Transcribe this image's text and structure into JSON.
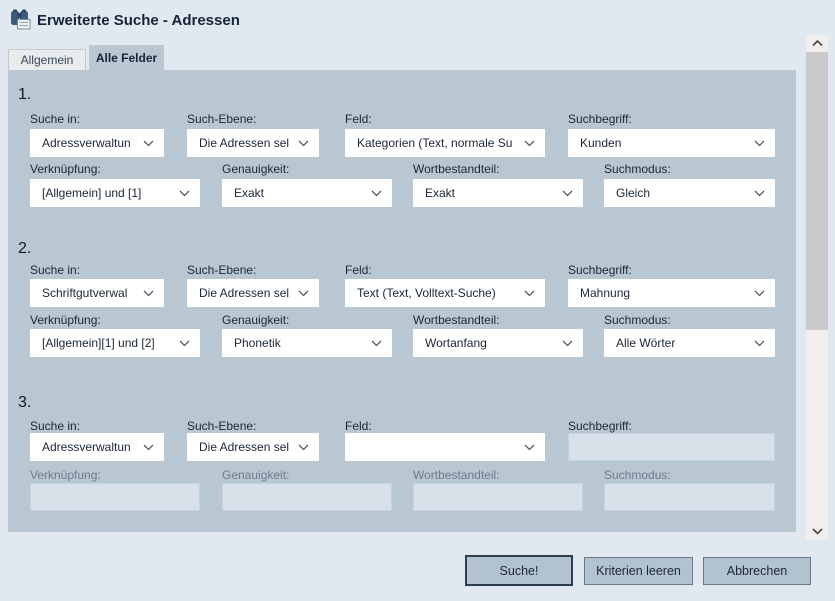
{
  "header": {
    "title": "Erweiterte Suche - Adressen"
  },
  "tabs": {
    "allgemein": "Allgemein",
    "alle_felder": "Alle Felder"
  },
  "sections": [
    {
      "number": "1.",
      "row1": [
        {
          "label": "Suche in:",
          "value": "Adressverwaltun"
        },
        {
          "label": "Such-Ebene:",
          "value": "Die Adressen sel"
        },
        {
          "label": "Feld:",
          "value": "Kategorien (Text, normale Su"
        },
        {
          "label": "Suchbegriff:",
          "value": "Kunden"
        }
      ],
      "row2": [
        {
          "label": "Verknüpfung:",
          "value": "[Allgemein] und [1]"
        },
        {
          "label": "Genauigkeit:",
          "value": "Exakt"
        },
        {
          "label": "Wortbestandteil:",
          "value": "Exakt"
        },
        {
          "label": "Suchmodus:",
          "value": "Gleich"
        }
      ]
    },
    {
      "number": "2.",
      "row1": [
        {
          "label": "Suche in:",
          "value": "Schriftgutverwal"
        },
        {
          "label": "Such-Ebene:",
          "value": "Die Adressen sel"
        },
        {
          "label": "Feld:",
          "value": "Text (Text, Volltext-Suche)"
        },
        {
          "label": "Suchbegriff:",
          "value": "Mahnung"
        }
      ],
      "row2": [
        {
          "label": "Verknüpfung:",
          "value": "[Allgemein][1] und [2]"
        },
        {
          "label": "Genauigkeit:",
          "value": "Phonetik"
        },
        {
          "label": "Wortbestandteil:",
          "value": "Wortanfang"
        },
        {
          "label": "Suchmodus:",
          "value": "Alle Wörter"
        }
      ]
    },
    {
      "number": "3.",
      "row1": [
        {
          "label": "Suche in:",
          "value": "Adressverwaltun"
        },
        {
          "label": "Such-Ebene:",
          "value": "Die Adressen sel"
        },
        {
          "label": "Feld:",
          "value": ""
        },
        {
          "label": "Suchbegriff:",
          "value": ""
        }
      ],
      "row2": [
        {
          "label": "Verknüpfung:",
          "value": ""
        },
        {
          "label": "Genauigkeit:",
          "value": ""
        },
        {
          "label": "Wortbestandteil:",
          "value": ""
        },
        {
          "label": "Suchmodus:",
          "value": ""
        }
      ]
    }
  ],
  "buttons": {
    "search": "Suche!",
    "clear": "Kriterien leeren",
    "cancel": "Abbrechen"
  },
  "colors": {
    "page_background": "#e2e8ef",
    "panel_background": "#b9c7d2",
    "disabled_field": "#d8e0e9",
    "button_fill": "#b2c2ce",
    "title_text": "#16243a"
  }
}
